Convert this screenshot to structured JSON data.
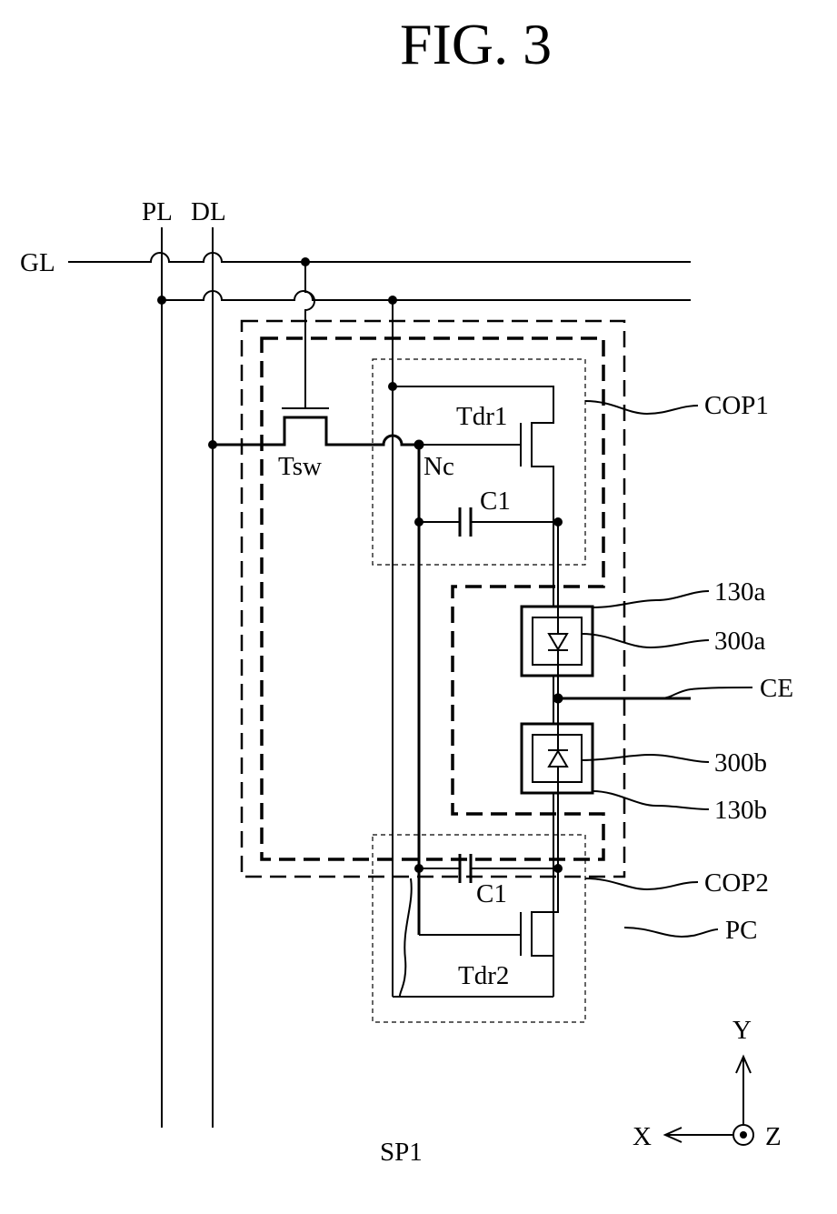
{
  "figure": {
    "title": "FIG. 3"
  },
  "labels": {
    "gl": "GL",
    "pl": "PL",
    "dl": "DL",
    "tsw": "Tsw",
    "nc": "Nc",
    "tdr1": "Tdr1",
    "tdr2": "Tdr2",
    "c1_top": "C1",
    "c1_bottom": "C1",
    "cop1": "COP1",
    "cop2": "COP2",
    "pc": "PC",
    "ref_130a": "130a",
    "ref_300a": "300a",
    "ref_300b": "300b",
    "ref_130b": "130b",
    "ce": "CE",
    "sp1": "SP1"
  },
  "axes": {
    "x": "X",
    "y": "Y",
    "z": "Z"
  }
}
